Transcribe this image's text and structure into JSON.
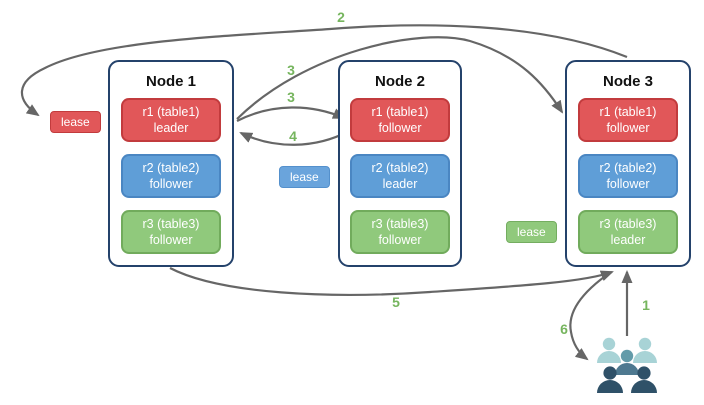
{
  "diagram": {
    "nodes": [
      {
        "title": "Node 1",
        "replicas": [
          {
            "name": "r1 (table1)",
            "role": "leader",
            "color": "red"
          },
          {
            "name": "r2 (table2)",
            "role": "follower",
            "color": "blue"
          },
          {
            "name": "r3 (table3)",
            "role": "follower",
            "color": "green"
          }
        ]
      },
      {
        "title": "Node 2",
        "replicas": [
          {
            "name": "r1 (table1)",
            "role": "follower",
            "color": "red"
          },
          {
            "name": "r2 (table2)",
            "role": "leader",
            "color": "blue"
          },
          {
            "name": "r3 (table3)",
            "role": "follower",
            "color": "green"
          }
        ]
      },
      {
        "title": "Node 3",
        "replicas": [
          {
            "name": "r1 (table1)",
            "role": "follower",
            "color": "red"
          },
          {
            "name": "r2 (table2)",
            "role": "follower",
            "color": "blue"
          },
          {
            "name": "r3 (table3)",
            "role": "leader",
            "color": "green"
          }
        ]
      }
    ],
    "leases": [
      {
        "label": "lease",
        "color": "#e15759"
      },
      {
        "label": "lease",
        "color": "#6aa4dc"
      },
      {
        "label": "lease",
        "color": "#90c97c"
      }
    ],
    "steps": {
      "s1": "1",
      "s2": "2",
      "s3a": "3",
      "s3b": "3",
      "s4": "4",
      "s5": "5",
      "s6": "6"
    },
    "icons": {
      "users": "users-group-icon"
    },
    "colors": {
      "node_border": "#24426b",
      "replica_red": "#e15759",
      "replica_blue": "#5f9ed7",
      "replica_green": "#90c97c",
      "arrow_gray": "#666666",
      "step_label_green": "#76b55e",
      "users_light_teal": "#a8d3d6",
      "users_mid_teal": "#639ba9",
      "users_dark_slate": "#2f5168"
    }
  }
}
